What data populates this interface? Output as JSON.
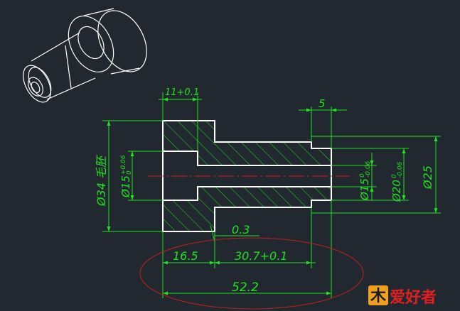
{
  "colors": {
    "background": "#212830",
    "part_outline": "#ffffff",
    "dimension": "#22e022",
    "centerline": "#e02020",
    "highlight_ellipse": "#c0201e",
    "watermark_orange": "#f0a020",
    "watermark_red": "#e02020"
  },
  "dimensions": {
    "head_length": "11+0.1",
    "groove_width": "5",
    "head_diameter": "Ø34 毛胚",
    "bore_diameter": "Ø15",
    "bore_tol_upper": "+0.06",
    "bore_tol_lower": "0",
    "shank_bore_diameter": "Ø15",
    "shank_bore_tol_upper": "0",
    "shank_bore_tol_lower": "-0.06",
    "neck_diameter": "Ø20",
    "neck_tol_upper": "0",
    "neck_tol_lower": "-0.06",
    "shank_diameter": "Ø25",
    "small_offset": "0.3",
    "length_a": "16.5",
    "length_b": "30.7+0.1",
    "total_length": "52.2"
  },
  "watermark": {
    "logo_char": "木",
    "text": "爱好者"
  }
}
